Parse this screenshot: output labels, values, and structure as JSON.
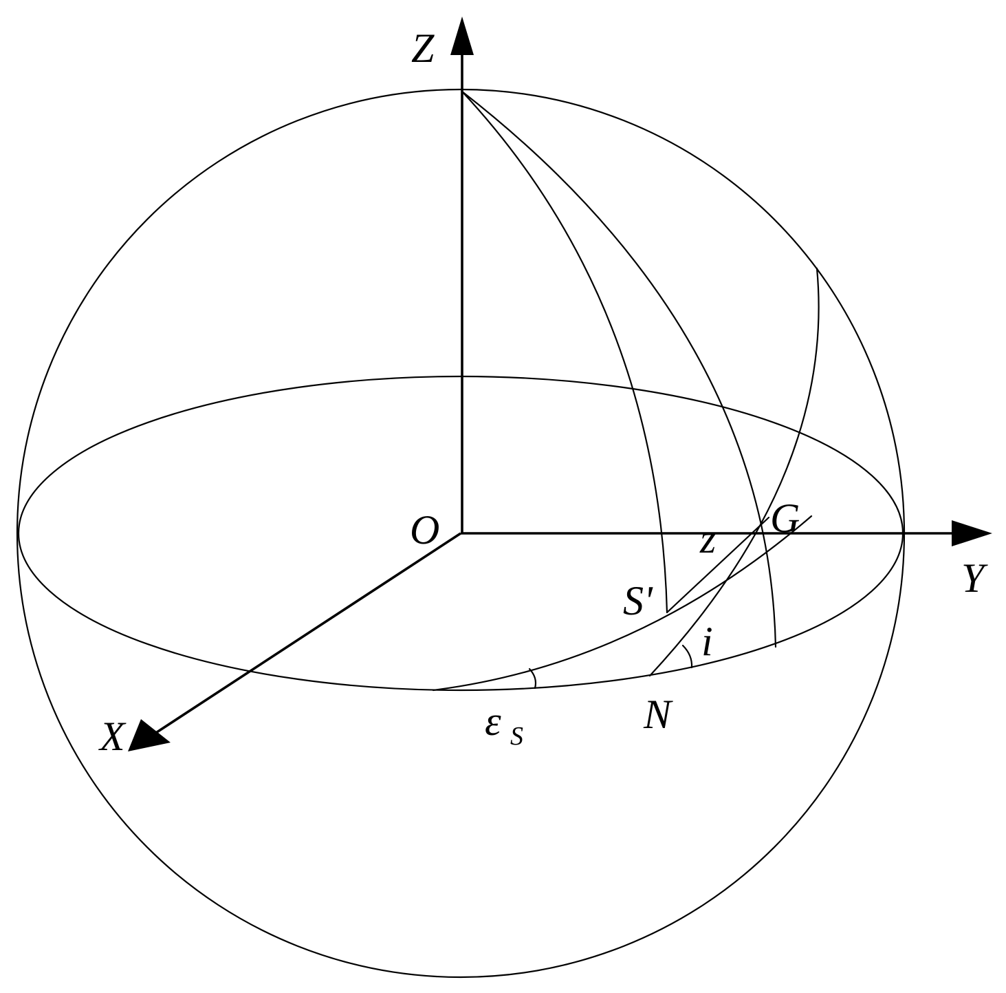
{
  "diagram": {
    "colors": {
      "stroke": "#000000",
      "background": "#ffffff"
    },
    "labels": {
      "z_axis": "Z",
      "y_axis": "Y",
      "x_axis": "X",
      "origin": "O",
      "point_g": "G",
      "point_s_prime": "S'",
      "point_n": "N",
      "small_z": "z",
      "angle_i": "i",
      "epsilon": "ε",
      "epsilon_sub": "S"
    }
  }
}
